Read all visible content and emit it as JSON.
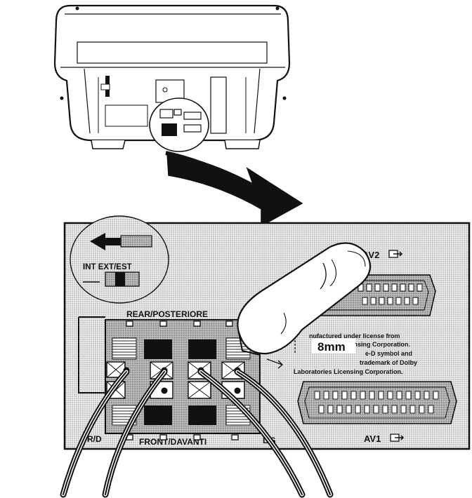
{
  "panel": {
    "switch": {
      "label": "INT EXT/EST"
    },
    "rear_label": "REAR/POSTERIORE",
    "front_label": "FRONT/DAVANTI",
    "left_label": "R/D",
    "right_label": "L/S",
    "av2_label": "AV2",
    "av1_label": "AV1",
    "measurement": "8mm",
    "dolby_text": [
      "nufactured under license from",
      "s Licensing Corporation.",
      "e-D symbol  and",
      "trademark of Dolby",
      "Laboratories Licensing Corporation."
    ]
  }
}
